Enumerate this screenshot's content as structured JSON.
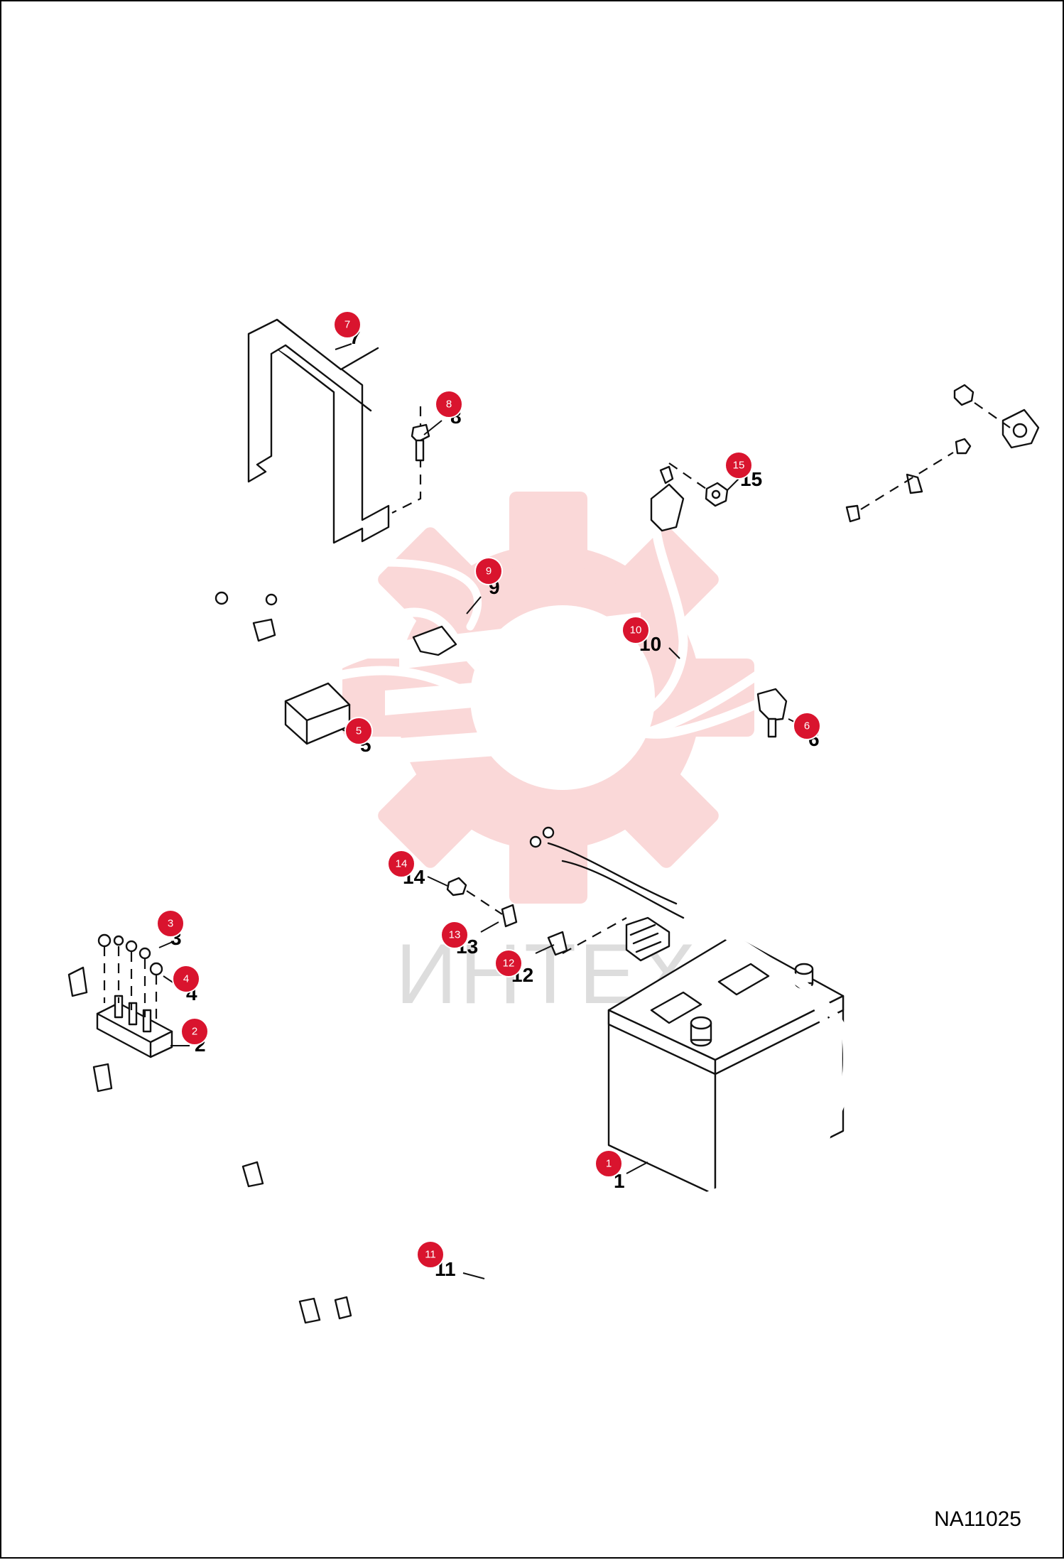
{
  "figure": {
    "id": "NA11025"
  },
  "watermark": {
    "text": "ИНТЕХ"
  },
  "callouts": [
    {
      "num": "1"
    },
    {
      "num": "2"
    },
    {
      "num": "3"
    },
    {
      "num": "4"
    },
    {
      "num": "5"
    },
    {
      "num": "6"
    },
    {
      "num": "7"
    },
    {
      "num": "8"
    },
    {
      "num": "9"
    },
    {
      "num": "10"
    },
    {
      "num": "11"
    },
    {
      "num": "12"
    },
    {
      "num": "13"
    },
    {
      "num": "14"
    },
    {
      "num": "15"
    }
  ],
  "colors": {
    "badge": "#d9142e",
    "watermark": "#f6b9b9",
    "line": "#111111"
  }
}
